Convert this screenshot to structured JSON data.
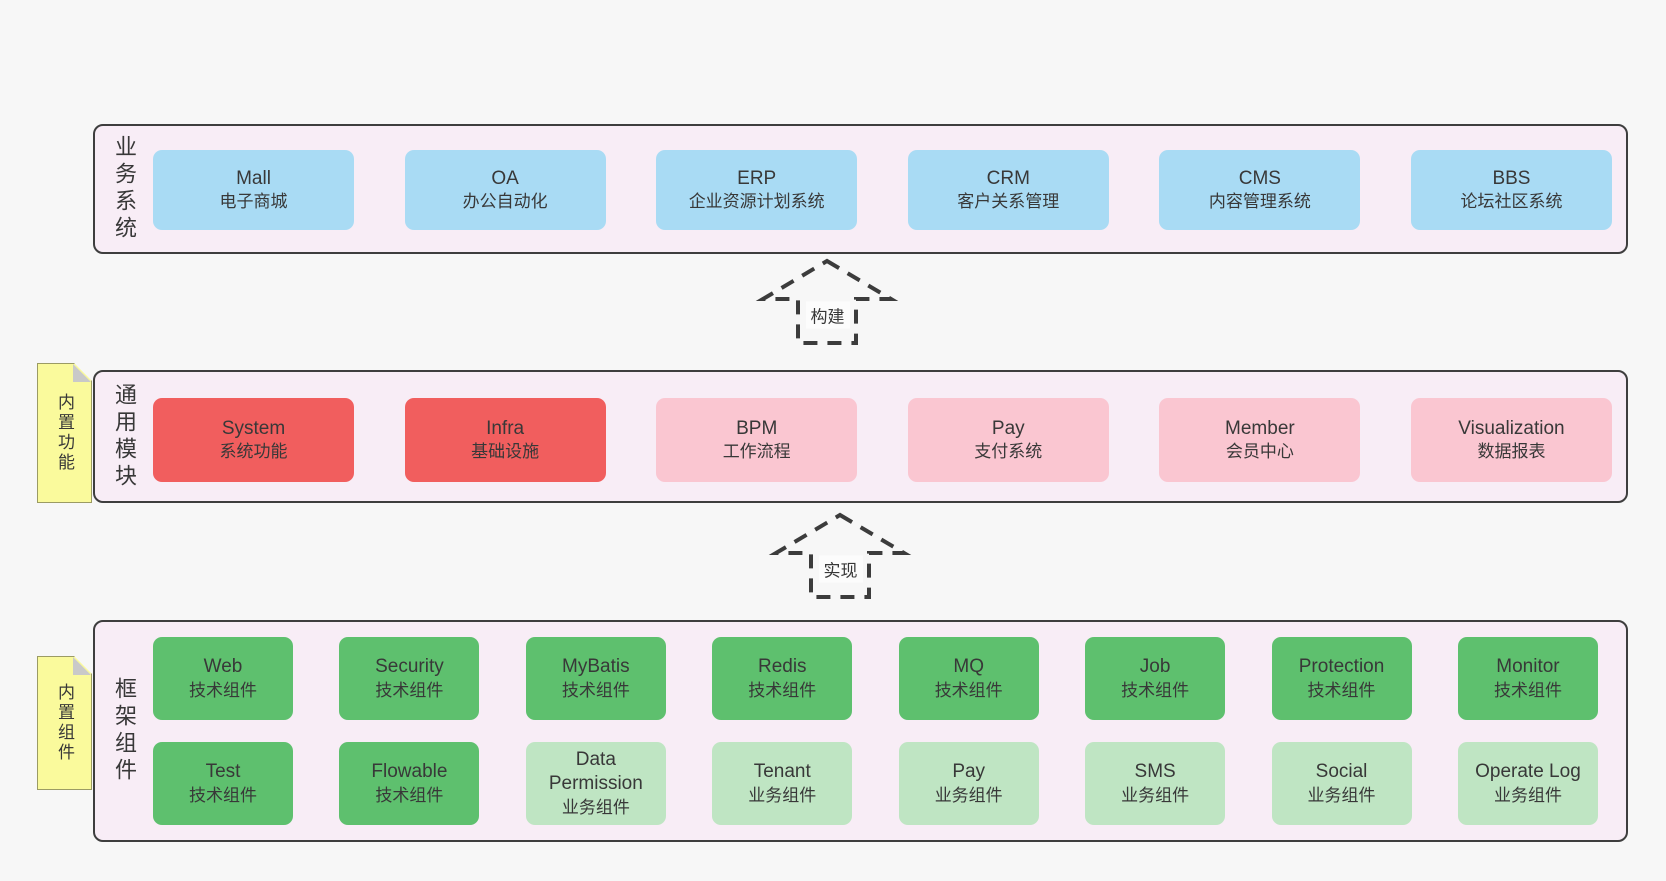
{
  "diagram": {
    "colors": {
      "page_bg": "#f7f7f7",
      "band_bg": "#f8edf6",
      "band_border": "#3e3e3e",
      "ink": "#383838",
      "blue": "#a9dbf4",
      "red": "#f15e5e",
      "pink": "#fac6d1",
      "green": "#5ec06e",
      "green_light": "#bfe5c3",
      "sticky": "#fafa9c",
      "fold": "#c9c9c9",
      "arrow_label_bg": "#fcfcfc"
    },
    "bands": {
      "business": {
        "label": "业务系统",
        "boxes": [
          {
            "name": "Mall",
            "desc": "电子商城",
            "variant": "blue"
          },
          {
            "name": "OA",
            "desc": "办公自动化",
            "variant": "blue"
          },
          {
            "name": "ERP",
            "desc": "企业资源计划系统",
            "variant": "blue"
          },
          {
            "name": "CRM",
            "desc": "客户关系管理",
            "variant": "blue"
          },
          {
            "name": "CMS",
            "desc": "内容管理系统",
            "variant": "blue"
          },
          {
            "name": "BBS",
            "desc": "论坛社区系统",
            "variant": "blue"
          }
        ]
      },
      "modules": {
        "label": "通用模块",
        "sticky": "内置功能",
        "boxes": [
          {
            "name": "System",
            "desc": "系统功能",
            "variant": "red"
          },
          {
            "name": "Infra",
            "desc": "基础设施",
            "variant": "red"
          },
          {
            "name": "BPM",
            "desc": "工作流程",
            "variant": "pink"
          },
          {
            "name": "Pay",
            "desc": "支付系统",
            "variant": "pink"
          },
          {
            "name": "Member",
            "desc": "会员中心",
            "variant": "pink"
          },
          {
            "name": "Visualization",
            "desc": "数据报表",
            "variant": "pink"
          }
        ]
      },
      "components": {
        "label": "框架组件",
        "sticky": "内置组件",
        "rows": [
          [
            {
              "name": "Web",
              "desc": "技术组件",
              "variant": "green"
            },
            {
              "name": "Security",
              "desc": "技术组件",
              "variant": "green"
            },
            {
              "name": "MyBatis",
              "desc": "技术组件",
              "variant": "green"
            },
            {
              "name": "Redis",
              "desc": "技术组件",
              "variant": "green"
            },
            {
              "name": "MQ",
              "desc": "技术组件",
              "variant": "green"
            },
            {
              "name": "Job",
              "desc": "技术组件",
              "variant": "green"
            },
            {
              "name": "Protection",
              "desc": "技术组件",
              "variant": "green"
            },
            {
              "name": "Monitor",
              "desc": "技术组件",
              "variant": "green"
            }
          ],
          [
            {
              "name": "Test",
              "desc": "技术组件",
              "variant": "green"
            },
            {
              "name": "Flowable",
              "desc": "技术组件",
              "variant": "green"
            },
            {
              "name": "Data Permission",
              "desc": "业务组件",
              "variant": "green-light"
            },
            {
              "name": "Tenant",
              "desc": "业务组件",
              "variant": "green-light"
            },
            {
              "name": "Pay",
              "desc": "业务组件",
              "variant": "green-light"
            },
            {
              "name": "SMS",
              "desc": "业务组件",
              "variant": "green-light"
            },
            {
              "name": "Social",
              "desc": "业务组件",
              "variant": "green-light"
            },
            {
              "name": "Operate Log",
              "desc": "业务组件",
              "variant": "green-light"
            }
          ]
        ]
      }
    },
    "arrows": [
      {
        "label": "构建"
      },
      {
        "label": "实现"
      }
    ]
  }
}
